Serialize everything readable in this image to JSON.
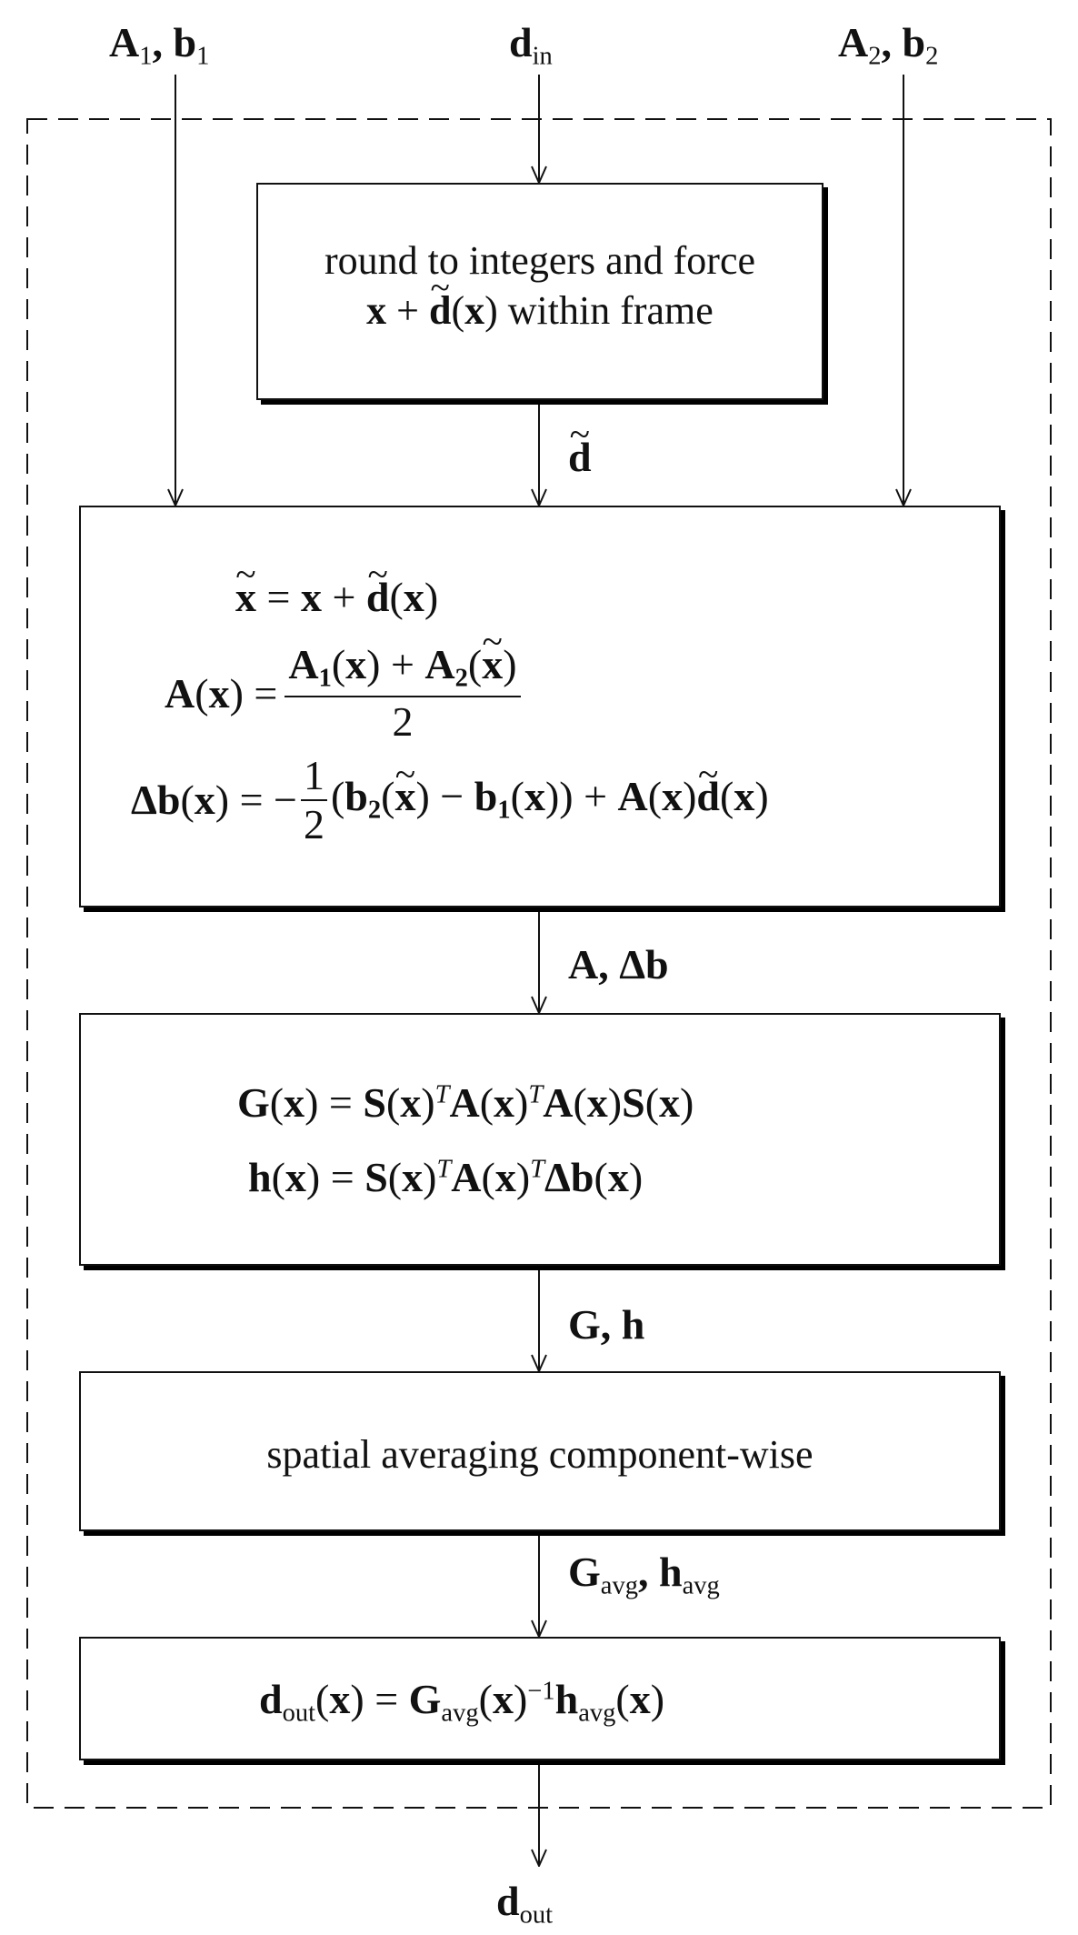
{
  "inputs": {
    "left": "A₁, b₁",
    "center": "d_in",
    "right": "A₂, b₂"
  },
  "box1": {
    "line1": "round to integers and force",
    "line2": "x + d̃(x) within frame"
  },
  "arrow_labels": {
    "after_box1": "d̃",
    "after_box2": "A, Δb",
    "after_box3": "G, h",
    "after_box4": "G_avg, h_avg"
  },
  "box2": {
    "eq1": "x̃ = x + d̃(x)",
    "eq2": "A(x) = (A₁(x) + A₂(x̃)) / 2",
    "eq3": "Δb(x) = −½(b₂(x̃) − b₁(x)) + A(x)d̃(x)"
  },
  "box3": {
    "eq1": "G(x) = S(x)ᵀA(x)ᵀA(x)S(x)",
    "eq2": "h(x) = S(x)ᵀA(x)ᵀΔb(x)"
  },
  "box4": {
    "text": "spatial averaging component-wise"
  },
  "box5": {
    "eq": "d_out(x) = G_avg(x)⁻¹h_avg(x)"
  },
  "output": {
    "label": "d_out"
  }
}
